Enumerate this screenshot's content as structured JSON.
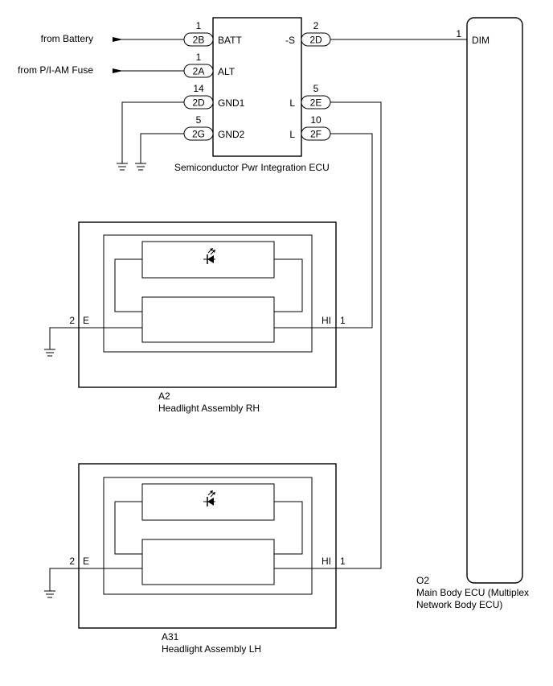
{
  "ecu": {
    "name": "Semiconductor Pwr Integration ECU",
    "pins": [
      {
        "num": "1",
        "connector": "2B",
        "label": "BATT"
      },
      {
        "num": "1",
        "connector": "2A",
        "label": "ALT"
      },
      {
        "num": "14",
        "connector": "2D",
        "label": "GND1"
      },
      {
        "num": "5",
        "connector": "2G",
        "label": "GND2"
      },
      {
        "num": "2",
        "connector": "2D",
        "label": "-S"
      },
      {
        "num": "5",
        "connector": "2E",
        "label": "L"
      },
      {
        "num": "10",
        "connector": "2F",
        "label": "L"
      }
    ],
    "sources": {
      "battery": "from Battery",
      "fuse": "from P/I-AM Fuse"
    }
  },
  "main_body_ecu": {
    "code": "O2",
    "name_line1": "Main Body ECU (Multiplex",
    "name_line2": "Network Body ECU)",
    "pin_num": "1",
    "pin_label": "DIM"
  },
  "headlight_rh": {
    "code": "A2",
    "name": "Headlight Assembly RH",
    "pin_e_num": "2",
    "pin_e_label": "E",
    "pin_hi_label": "HI",
    "pin_hi_num": "1"
  },
  "headlight_lh": {
    "code": "A31",
    "name": "Headlight Assembly LH",
    "pin_e_num": "2",
    "pin_e_label": "E",
    "pin_hi_label": "HI",
    "pin_hi_num": "1"
  }
}
